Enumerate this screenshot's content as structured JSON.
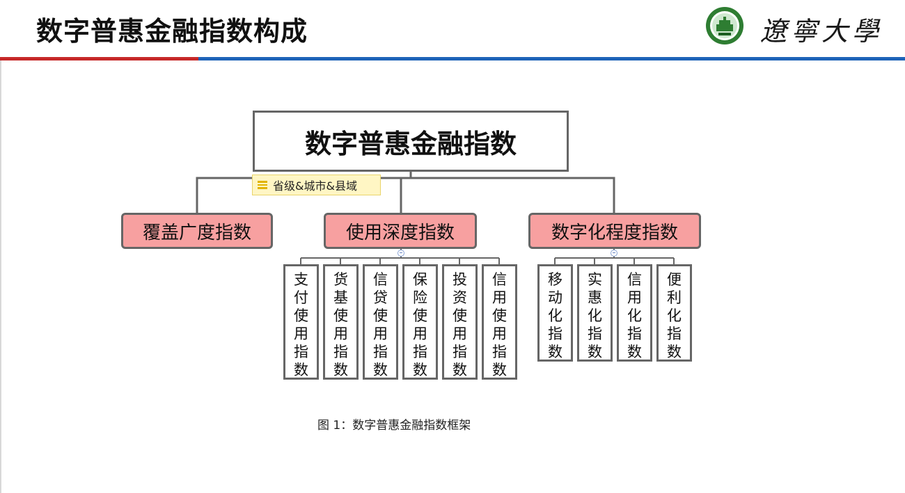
{
  "header": {
    "title": "数字普惠金融指数构成",
    "university_name": "遼寧大學"
  },
  "diagram": {
    "root": "数字普惠金融指数",
    "tag": "省级&城市&县域",
    "level1": [
      {
        "label": "覆盖广度指数",
        "children": []
      },
      {
        "label": "使用深度指数",
        "children": [
          "支付使用指数",
          "货基使用指数",
          "信贷使用指数",
          "保险使用指数",
          "投资使用指数",
          "信用使用指数"
        ]
      },
      {
        "label": "数字化程度指数",
        "children": [
          "移动化指数",
          "实惠化指数",
          "信用化指数",
          "便利化指数"
        ]
      }
    ]
  },
  "caption": "图 1：数字普惠金融指数框架",
  "colors": {
    "level1_fill": "#f7a0a0",
    "accent_red": "#c62828",
    "accent_blue": "#1e63b8",
    "tag_fill": "#fff6c4"
  }
}
